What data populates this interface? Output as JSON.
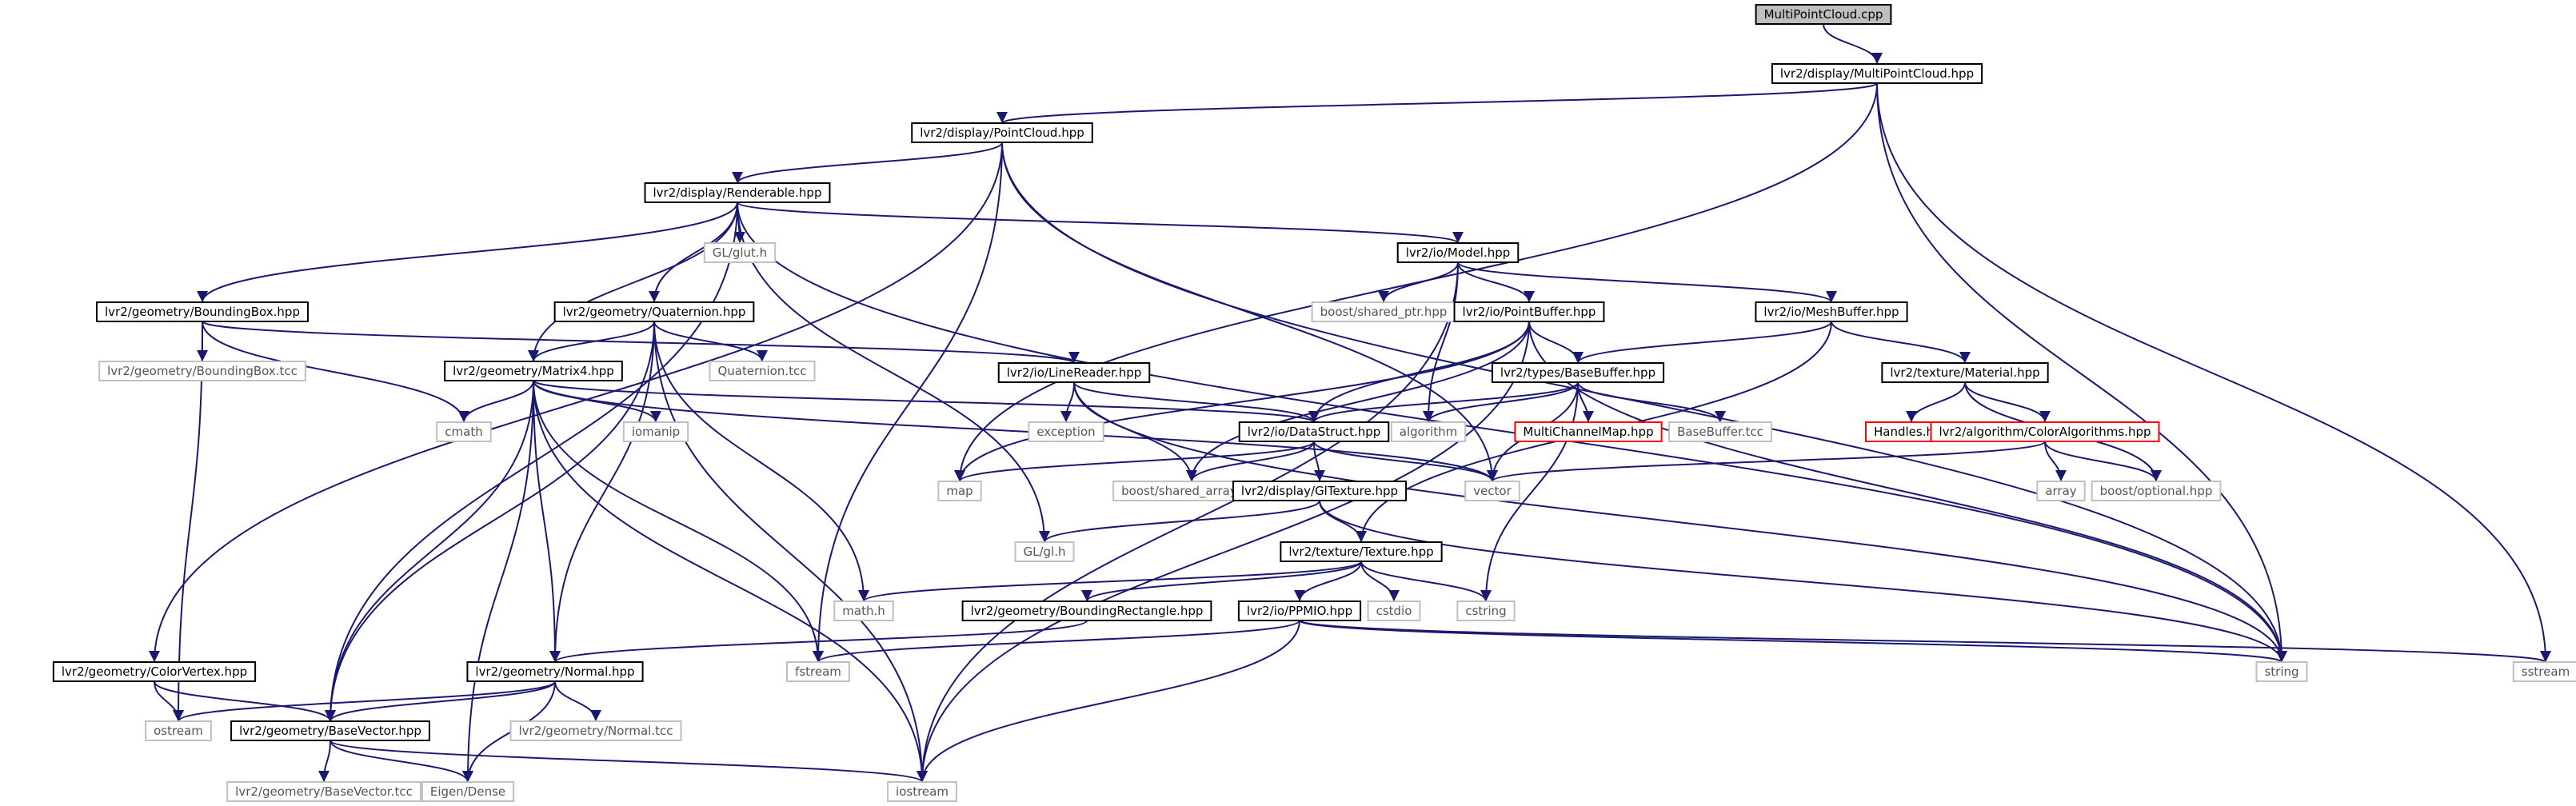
{
  "title": "MultiPointCloud.cpp",
  "colors": {
    "edge": "#191970",
    "root_fill": "#bfbfbf",
    "missing_border": "#ff0000",
    "system_border": "#bfbfbf"
  },
  "nodes": [
    {
      "id": "root",
      "label": "MultiPointCloud.cpp",
      "kind": "root"
    },
    {
      "id": "mpc",
      "label": "lvr2/display/MultiPointCloud.hpp",
      "kind": "normal"
    },
    {
      "id": "pc",
      "label": "lvr2/display/PointCloud.hpp",
      "kind": "normal"
    },
    {
      "id": "rend",
      "label": "lvr2/display/Renderable.hpp",
      "kind": "normal"
    },
    {
      "id": "glut",
      "label": "GL/glut.h",
      "kind": "system"
    },
    {
      "id": "model",
      "label": "lvr2/io/Model.hpp",
      "kind": "normal"
    },
    {
      "id": "bbox",
      "label": "lvr2/geometry/BoundingBox.hpp",
      "kind": "normal"
    },
    {
      "id": "bboxtcc",
      "label": "lvr2/geometry/BoundingBox.tcc",
      "kind": "system"
    },
    {
      "id": "quat",
      "label": "lvr2/geometry/Quaternion.hpp",
      "kind": "normal"
    },
    {
      "id": "quattcc",
      "label": "Quaternion.tcc",
      "kind": "system"
    },
    {
      "id": "mat4",
      "label": "lvr2/geometry/Matrix4.hpp",
      "kind": "normal"
    },
    {
      "id": "cmath",
      "label": "cmath",
      "kind": "system"
    },
    {
      "id": "iomanip",
      "label": "iomanip",
      "kind": "system"
    },
    {
      "id": "sharedptr",
      "label": "boost/shared_ptr.hpp",
      "kind": "system"
    },
    {
      "id": "ptbuf",
      "label": "lvr2/io/PointBuffer.hpp",
      "kind": "normal"
    },
    {
      "id": "meshbuf",
      "label": "lvr2/io/MeshBuffer.hpp",
      "kind": "normal"
    },
    {
      "id": "linereader",
      "label": "lvr2/io/LineReader.hpp",
      "kind": "normal"
    },
    {
      "id": "exception",
      "label": "exception",
      "kind": "system"
    },
    {
      "id": "datastruct",
      "label": "lvr2/io/DataStruct.hpp",
      "kind": "normal"
    },
    {
      "id": "basebuf",
      "label": "lvr2/types/BaseBuffer.hpp",
      "kind": "normal"
    },
    {
      "id": "algorithm",
      "label": "algorithm",
      "kind": "system"
    },
    {
      "id": "mcmap",
      "label": "MultiChannelMap.hpp",
      "kind": "missing"
    },
    {
      "id": "basebuftcc",
      "label": "BaseBuffer.tcc",
      "kind": "system"
    },
    {
      "id": "material",
      "label": "lvr2/texture/Material.hpp",
      "kind": "normal"
    },
    {
      "id": "handles",
      "label": "Handles.hpp",
      "kind": "missing"
    },
    {
      "id": "coloralg",
      "label": "lvr2/algorithm/ColorAlgorithms.hpp",
      "kind": "missing"
    },
    {
      "id": "array",
      "label": "array",
      "kind": "system"
    },
    {
      "id": "optional",
      "label": "boost/optional.hpp",
      "kind": "system"
    },
    {
      "id": "map",
      "label": "map",
      "kind": "system"
    },
    {
      "id": "sharedarr",
      "label": "boost/shared_array.hpp",
      "kind": "system"
    },
    {
      "id": "vector",
      "label": "vector",
      "kind": "system"
    },
    {
      "id": "gltex",
      "label": "lvr2/display/GlTexture.hpp",
      "kind": "normal"
    },
    {
      "id": "glh",
      "label": "GL/gl.h",
      "kind": "system"
    },
    {
      "id": "texture",
      "label": "lvr2/texture/Texture.hpp",
      "kind": "normal"
    },
    {
      "id": "mathh",
      "label": "math.h",
      "kind": "system"
    },
    {
      "id": "bboxrect",
      "label": "lvr2/geometry/BoundingRectangle.hpp",
      "kind": "normal"
    },
    {
      "id": "ppmio",
      "label": "lvr2/io/PPMIO.hpp",
      "kind": "normal"
    },
    {
      "id": "cstdio",
      "label": "cstdio",
      "kind": "system"
    },
    {
      "id": "cstring",
      "label": "cstring",
      "kind": "system"
    },
    {
      "id": "colorvert",
      "label": "lvr2/geometry/ColorVertex.hpp",
      "kind": "normal"
    },
    {
      "id": "normal",
      "label": "lvr2/geometry/Normal.hpp",
      "kind": "normal"
    },
    {
      "id": "fstream",
      "label": "fstream",
      "kind": "system"
    },
    {
      "id": "string",
      "label": "string",
      "kind": "system"
    },
    {
      "id": "sstream",
      "label": "sstream",
      "kind": "system"
    },
    {
      "id": "ostream",
      "label": "ostream",
      "kind": "system"
    },
    {
      "id": "basevec",
      "label": "lvr2/geometry/BaseVector.hpp",
      "kind": "normal"
    },
    {
      "id": "normaltcc",
      "label": "lvr2/geometry/Normal.tcc",
      "kind": "system"
    },
    {
      "id": "basevectcc",
      "label": "lvr2/geometry/BaseVector.tcc",
      "kind": "system"
    },
    {
      "id": "eigen",
      "label": "Eigen/Dense",
      "kind": "system"
    },
    {
      "id": "iostream",
      "label": "iostream",
      "kind": "system"
    }
  ],
  "edges": [
    [
      "root",
      "mpc"
    ],
    [
      "mpc",
      "pc"
    ],
    [
      "mpc",
      "map"
    ],
    [
      "mpc",
      "string"
    ],
    [
      "mpc",
      "sstream"
    ],
    [
      "pc",
      "rend"
    ],
    [
      "pc",
      "colorvert"
    ],
    [
      "pc",
      "vector"
    ],
    [
      "pc",
      "string"
    ],
    [
      "pc",
      "fstream"
    ],
    [
      "rend",
      "bbox"
    ],
    [
      "rend",
      "quat"
    ],
    [
      "rend",
      "mat4"
    ],
    [
      "rend",
      "glut"
    ],
    [
      "rend",
      "model"
    ],
    [
      "rend",
      "glh"
    ],
    [
      "rend",
      "basevec"
    ],
    [
      "rend",
      "string"
    ],
    [
      "model",
      "sharedptr"
    ],
    [
      "model",
      "ptbuf"
    ],
    [
      "model",
      "meshbuf"
    ],
    [
      "model",
      "algorithm"
    ],
    [
      "model",
      "iostream"
    ],
    [
      "bbox",
      "bboxtcc"
    ],
    [
      "bbox",
      "cmath"
    ],
    [
      "bbox",
      "ostream"
    ],
    [
      "bbox",
      "linereader"
    ],
    [
      "quat",
      "quattcc"
    ],
    [
      "quat",
      "mat4"
    ],
    [
      "quat",
      "normal"
    ],
    [
      "quat",
      "basevec"
    ],
    [
      "quat",
      "mathh"
    ],
    [
      "quat",
      "iostream"
    ],
    [
      "mat4",
      "cmath"
    ],
    [
      "mat4",
      "iomanip"
    ],
    [
      "mat4",
      "normal"
    ],
    [
      "mat4",
      "basevec"
    ],
    [
      "mat4",
      "datastruct"
    ],
    [
      "mat4",
      "vector"
    ],
    [
      "mat4",
      "eigen"
    ],
    [
      "mat4",
      "iostream"
    ],
    [
      "mat4",
      "fstream"
    ],
    [
      "ptbuf",
      "basebuf"
    ],
    [
      "ptbuf",
      "datastruct"
    ],
    [
      "ptbuf",
      "map"
    ],
    [
      "ptbuf",
      "sharedarr"
    ],
    [
      "ptbuf",
      "string"
    ],
    [
      "ptbuf",
      "iostream"
    ],
    [
      "meshbuf",
      "basebuf"
    ],
    [
      "meshbuf",
      "material"
    ],
    [
      "meshbuf",
      "texture"
    ],
    [
      "linereader",
      "exception"
    ],
    [
      "linereader",
      "datastruct"
    ],
    [
      "linereader",
      "sharedarr"
    ],
    [
      "linereader",
      "string"
    ],
    [
      "basebuf",
      "algorithm"
    ],
    [
      "basebuf",
      "mcmap"
    ],
    [
      "basebuf",
      "basebuftcc"
    ],
    [
      "basebuf",
      "datastruct"
    ],
    [
      "basebuf",
      "vector"
    ],
    [
      "basebuf",
      "cstring"
    ],
    [
      "datastruct",
      "map"
    ],
    [
      "datastruct",
      "sharedarr"
    ],
    [
      "datastruct",
      "vector"
    ],
    [
      "datastruct",
      "gltex"
    ],
    [
      "material",
      "handles"
    ],
    [
      "material",
      "coloralg"
    ],
    [
      "material",
      "optional"
    ],
    [
      "coloralg",
      "array"
    ],
    [
      "coloralg",
      "optional"
    ],
    [
      "coloralg",
      "vector"
    ],
    [
      "gltex",
      "glh"
    ],
    [
      "gltex",
      "texture"
    ],
    [
      "gltex",
      "string"
    ],
    [
      "texture",
      "mathh"
    ],
    [
      "texture",
      "bboxrect"
    ],
    [
      "texture",
      "ppmio"
    ],
    [
      "texture",
      "cstdio"
    ],
    [
      "texture",
      "cstring"
    ],
    [
      "bboxrect",
      "normal"
    ],
    [
      "ppmio",
      "fstream"
    ],
    [
      "ppmio",
      "string"
    ],
    [
      "ppmio",
      "sstream"
    ],
    [
      "ppmio",
      "iostream"
    ],
    [
      "colorvert",
      "ostream"
    ],
    [
      "colorvert",
      "basevec"
    ],
    [
      "normal",
      "ostream"
    ],
    [
      "normal",
      "basevec"
    ],
    [
      "normal",
      "normaltcc"
    ],
    [
      "normal",
      "eigen"
    ],
    [
      "basevec",
      "basevectcc"
    ],
    [
      "basevec",
      "eigen"
    ],
    [
      "basevec",
      "iostream"
    ]
  ]
}
